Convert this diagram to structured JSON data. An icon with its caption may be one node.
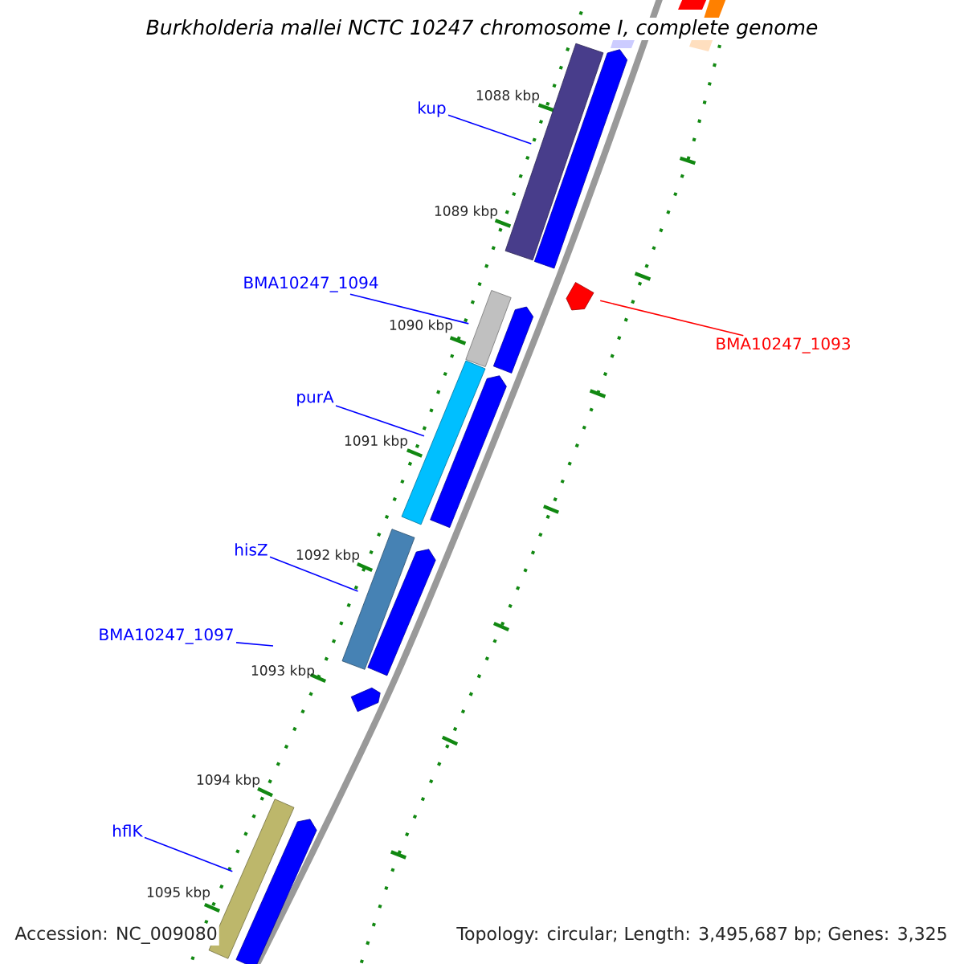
{
  "diagram": {
    "title": "Burkholderia mallei NCTC 10247 chromosome I, complete genome",
    "nodes": [
      {
        "text": [
          "kup"
        ]
      },
      {
        "text": [],
        "shape": "bar"
      },
      {
        "text": [],
        "shape": "pentagon"
      },
      {
        "text": [
          "BMA10247_1094"
        ]
      },
      {
        "text": [],
        "shape": "bar"
      },
      {
        "text": [],
        "shape": "pentagon"
      },
      {
        "text": [],
        "shape": "pentagon"
      },
      {
        "text": [
          "BMA10247_1093"
        ]
      },
      {
        "text": [
          "purA"
        ]
      },
      {
        "text": [],
        "shape": "bar"
      },
      {
        "text": [],
        "shape": "pentagon"
      },
      {
        "text": [
          "hisZ"
        ]
      },
      {
        "text": [],
        "shape": "bar"
      },
      {
        "text": [],
        "shape": "pentagon"
      },
      {
        "text": [
          "BMA10247_1097"
        ]
      },
      {
        "text": [],
        "shape": "pentagon"
      },
      {
        "text": [
          "hflK"
        ]
      },
      {
        "text": [],
        "shape": "bar"
      },
      {
        "text": [],
        "shape": "pentagon"
      }
    ],
    "edges": [
      {
        "from": 0,
        "to": 1,
        "arrow": "none"
      },
      {
        "from": 3,
        "to": 4,
        "arrow": "none"
      },
      {
        "from": 7,
        "to": 6,
        "arrow": "none",
        "color": "#ff0000"
      },
      {
        "from": 8,
        "to": 9,
        "arrow": "none"
      },
      {
        "from": 11,
        "to": 12,
        "arrow": "none"
      },
      {
        "from": 14,
        "to": null,
        "arrow": "none"
      },
      {
        "from": 16,
        "to": 17,
        "arrow": "none"
      }
    ],
    "labels": [
      "1088 kbp",
      "1089 kbp",
      "1090 kbp",
      "1091 kbp",
      "1092 kbp",
      "1093 kbp",
      "1094 kbp",
      "1095 kbp",
      "Accession: NC_009080",
      "Topology: circular; Length: 3,495,687 bp; Genes: 3,325"
    ]
  }
}
